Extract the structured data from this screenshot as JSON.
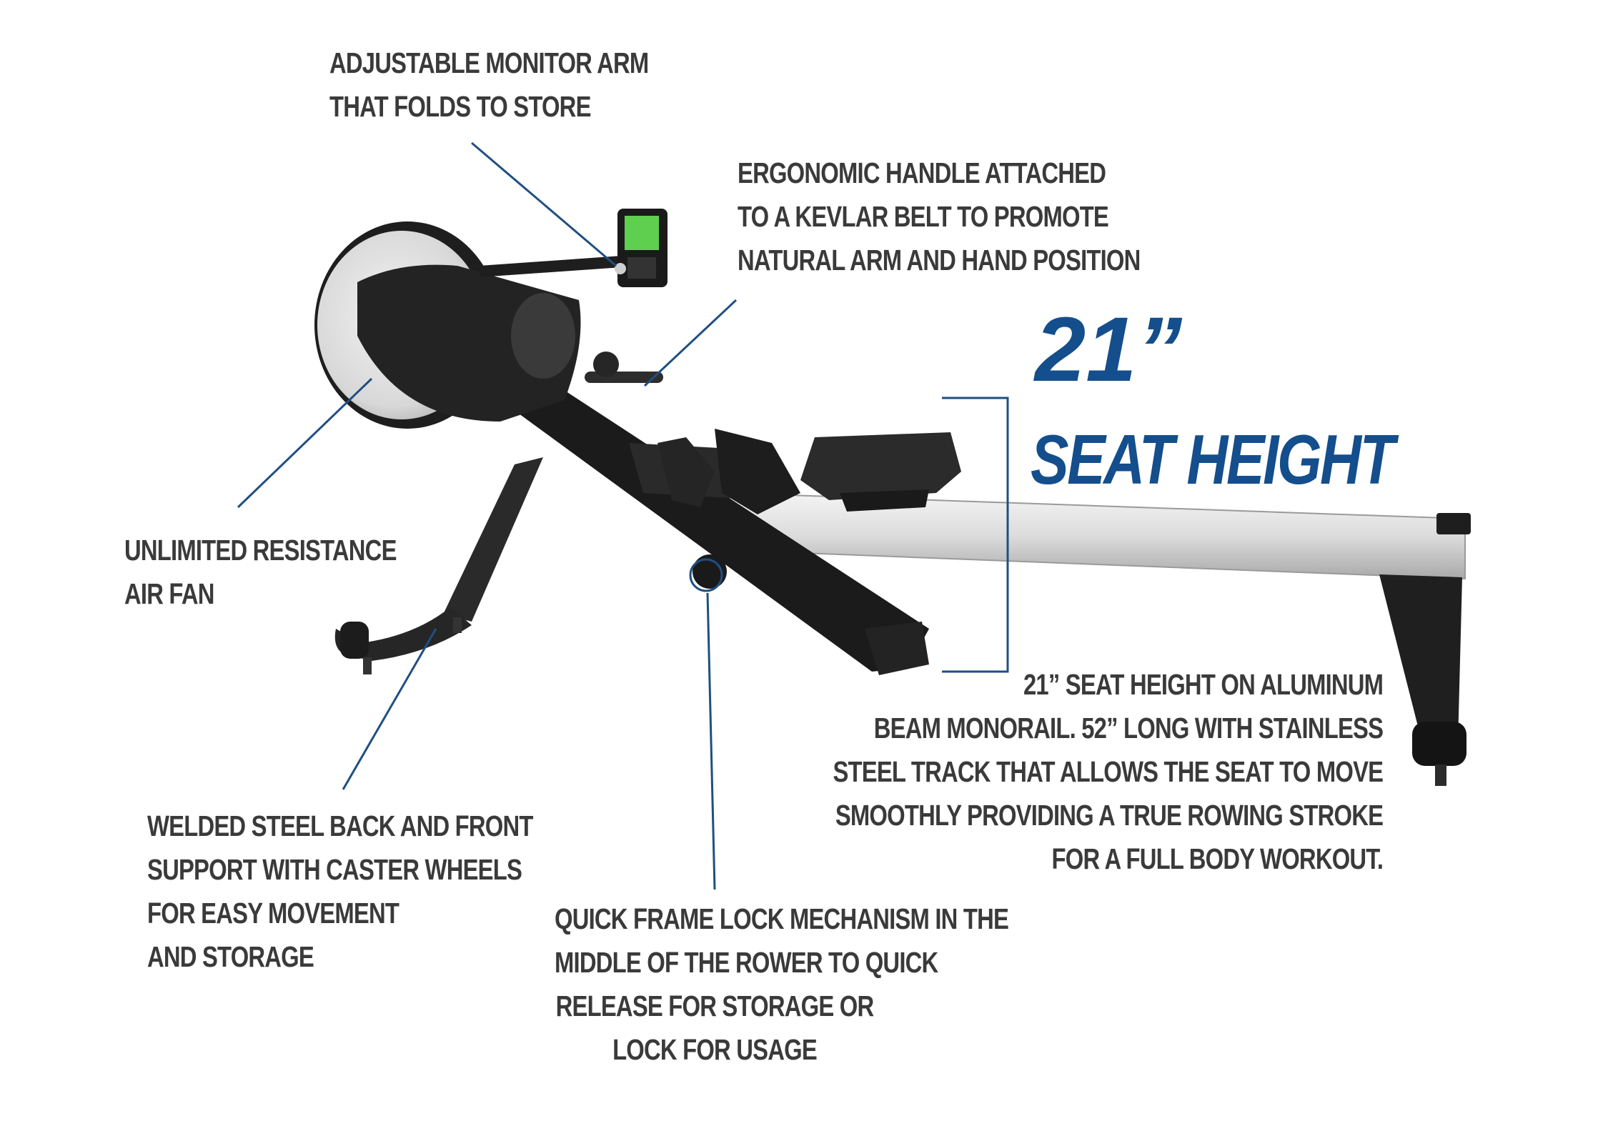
{
  "callouts": {
    "monitor_arm": [
      "ADJUSTABLE MONITOR ARM",
      "THAT FOLDS TO STORE"
    ],
    "handle": [
      "ERGONOMIC HANDLE ATTACHED",
      "TO A KEVLAR BELT TO PROMOTE",
      "NATURAL ARM AND HAND POSITION"
    ],
    "fan": [
      "UNLIMITED RESISTANCE",
      "AIR FAN"
    ],
    "support": [
      "WELDED STEEL BACK AND FRONT",
      "SUPPORT WITH CASTER WHEELS",
      "FOR EASY MOVEMENT",
      "AND STORAGE"
    ],
    "frame_lock": [
      "QUICK FRAME LOCK MECHANISM IN THE",
      "MIDDLE OF THE ROWER TO QUICK",
      "RELEASE FOR STORAGE OR",
      "LOCK FOR USAGE"
    ],
    "monorail": [
      "21” SEAT HEIGHT ON ALUMINUM",
      "BEAM MONORAIL. 52” LONG WITH STAINLESS",
      "STEEL TRACK THAT ALLOWS THE SEAT TO MOVE",
      "SMOOTHLY PROVIDING A TRUE ROWING STROKE",
      "FOR A FULL BODY WORKOUT."
    ]
  },
  "seat_height": {
    "value": "21”",
    "label": "SEAT HEIGHT"
  },
  "colors": {
    "accent": "#144e8c",
    "text": "#3a3a3a",
    "frame": "#1f1f1f",
    "rail": "#d9d9d9"
  },
  "icons": {
    "product": "rowing-machine-illustration"
  }
}
